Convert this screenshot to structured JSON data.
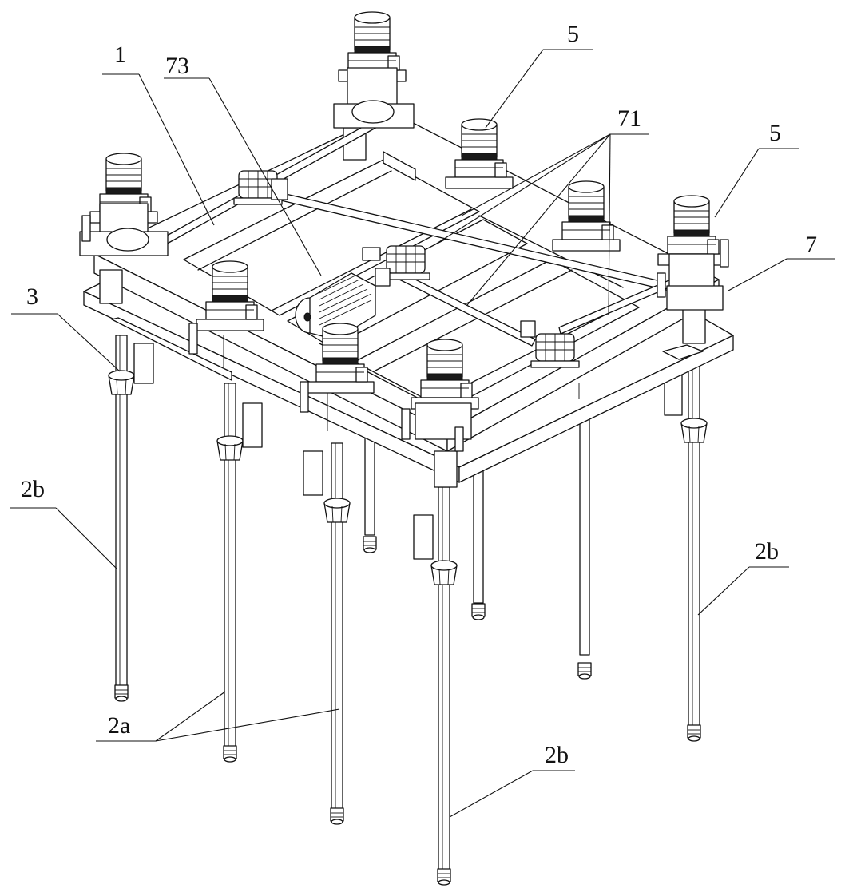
{
  "figure": {
    "labels": [
      {
        "id": "lbl-1",
        "text": "1"
      },
      {
        "id": "lbl-73",
        "text": "73"
      },
      {
        "id": "lbl-5-top",
        "text": "5"
      },
      {
        "id": "lbl-71",
        "text": "71"
      },
      {
        "id": "lbl-5-right",
        "text": "5"
      },
      {
        "id": "lbl-7",
        "text": "7"
      },
      {
        "id": "lbl-3",
        "text": "3"
      },
      {
        "id": "lbl-2b-left",
        "text": "2b"
      },
      {
        "id": "lbl-2b-right",
        "text": "2b"
      },
      {
        "id": "lbl-2a",
        "text": "2a"
      },
      {
        "id": "lbl-2b-bottom",
        "text": "2b"
      }
    ]
  }
}
